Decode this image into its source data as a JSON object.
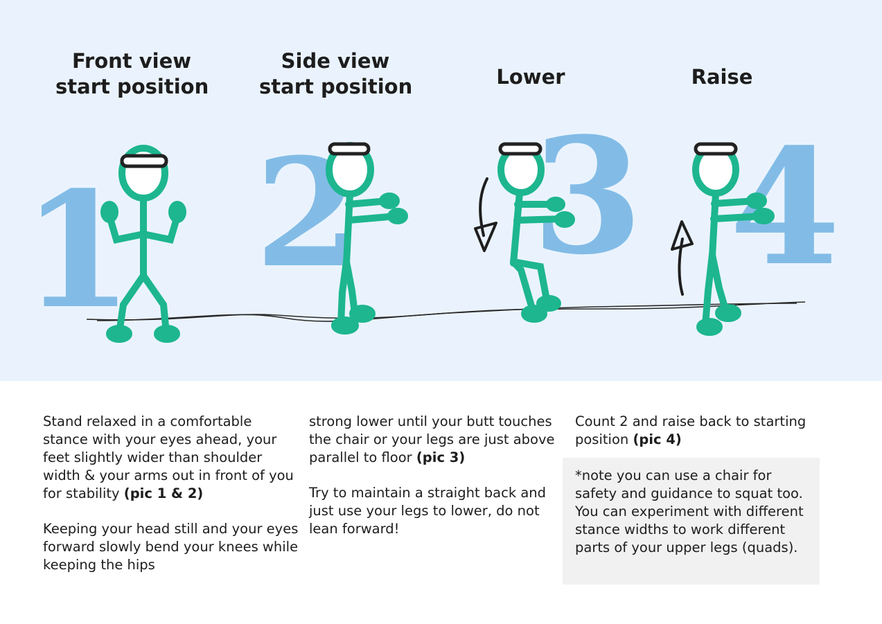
{
  "steps": [
    {
      "number": "1",
      "title_line1": "Front view",
      "title_line2": "start position"
    },
    {
      "number": "2",
      "title_line1": "Side view",
      "title_line2": "start position"
    },
    {
      "number": "3",
      "title_line1": "Lower",
      "title_line2": ""
    },
    {
      "number": "4",
      "title_line1": "Raise",
      "title_line2": ""
    }
  ],
  "instructions": {
    "col1_p1_text": "Stand relaxed in a comfortable stance with your eyes ahead, your feet slightly wider than shoulder width & your arms out in front of you for stability",
    "col1_p1_ref": "(pic 1 & 2)",
    "col1_p2_text": "Keeping your head still and your eyes forward slowly bend your knees while keeping the hips",
    "col2_p1_text": "strong lower until your butt touches the chair or your legs are just above parallel to floor",
    "col2_p1_ref": "(pic 3)",
    "col2_p2_text": "Try to maintain a straight back and just use your legs to lower, do not lean forward!",
    "col3_p1_text": "Count 2 and raise back to starting position",
    "col3_p1_ref": "(pic 4)",
    "note_text": "*note you can use a chair for safety and guidance to squat too. You can experiment with different stance widths to work different parts of your upper legs (quads)."
  },
  "colors": {
    "panel_background": "#eaf3fd",
    "number_blue": "#82bce6",
    "figure_green": "#1db68f",
    "note_background": "#f1f1f1"
  }
}
